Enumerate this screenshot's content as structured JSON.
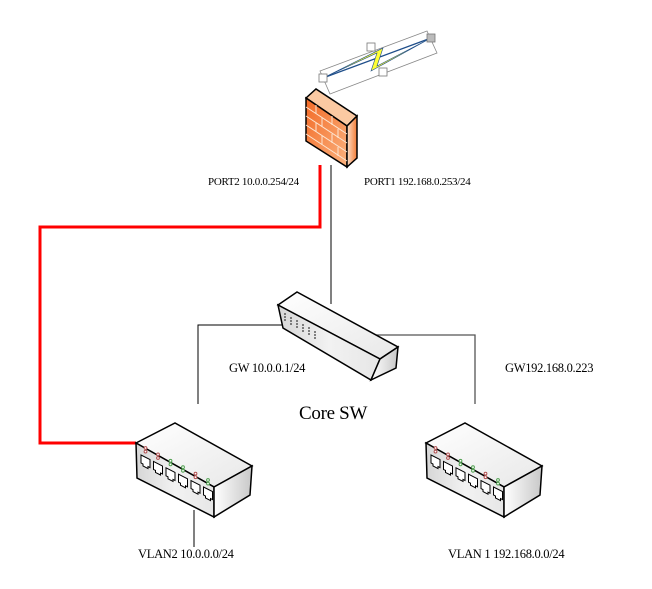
{
  "title": "Network topology",
  "colors": {
    "vlan2_link": "#ff0000",
    "vlan1_link": "#000000",
    "firewall": "#f58a4a",
    "lightning": "#ffff33",
    "device_body": "#f4f4f4"
  },
  "nodes": {
    "wan": {
      "icon": "lightning-bolt-icon",
      "label": ""
    },
    "firewall": {
      "icon": "firewall-brick-icon",
      "port2_label": "PORT2 10.0.0.254/24",
      "port1_label": "PORT1 192.168.0.253/24"
    },
    "core_switch": {
      "icon": "core-switch-icon",
      "label": "Core SW",
      "gw_vlan2_label": "GW 10.0.0.1/24",
      "gw_vlan1_label": "GW192.168.0.223"
    },
    "switch_vlan2": {
      "icon": "access-switch-icon",
      "label": "VLAN2  10.0.0.0/24"
    },
    "switch_vlan1": {
      "icon": "access-switch-icon",
      "label": "VLAN 1   192.168.0.0/24"
    }
  },
  "links": [
    {
      "from": "firewall",
      "to": "switch_vlan2",
      "color": "#ff0000"
    },
    {
      "from": "firewall",
      "to": "core_switch",
      "color": "#000000"
    },
    {
      "from": "core_switch",
      "to": "switch_vlan2",
      "color": "#000000"
    },
    {
      "from": "core_switch",
      "to": "switch_vlan1",
      "color": "#000000"
    }
  ]
}
